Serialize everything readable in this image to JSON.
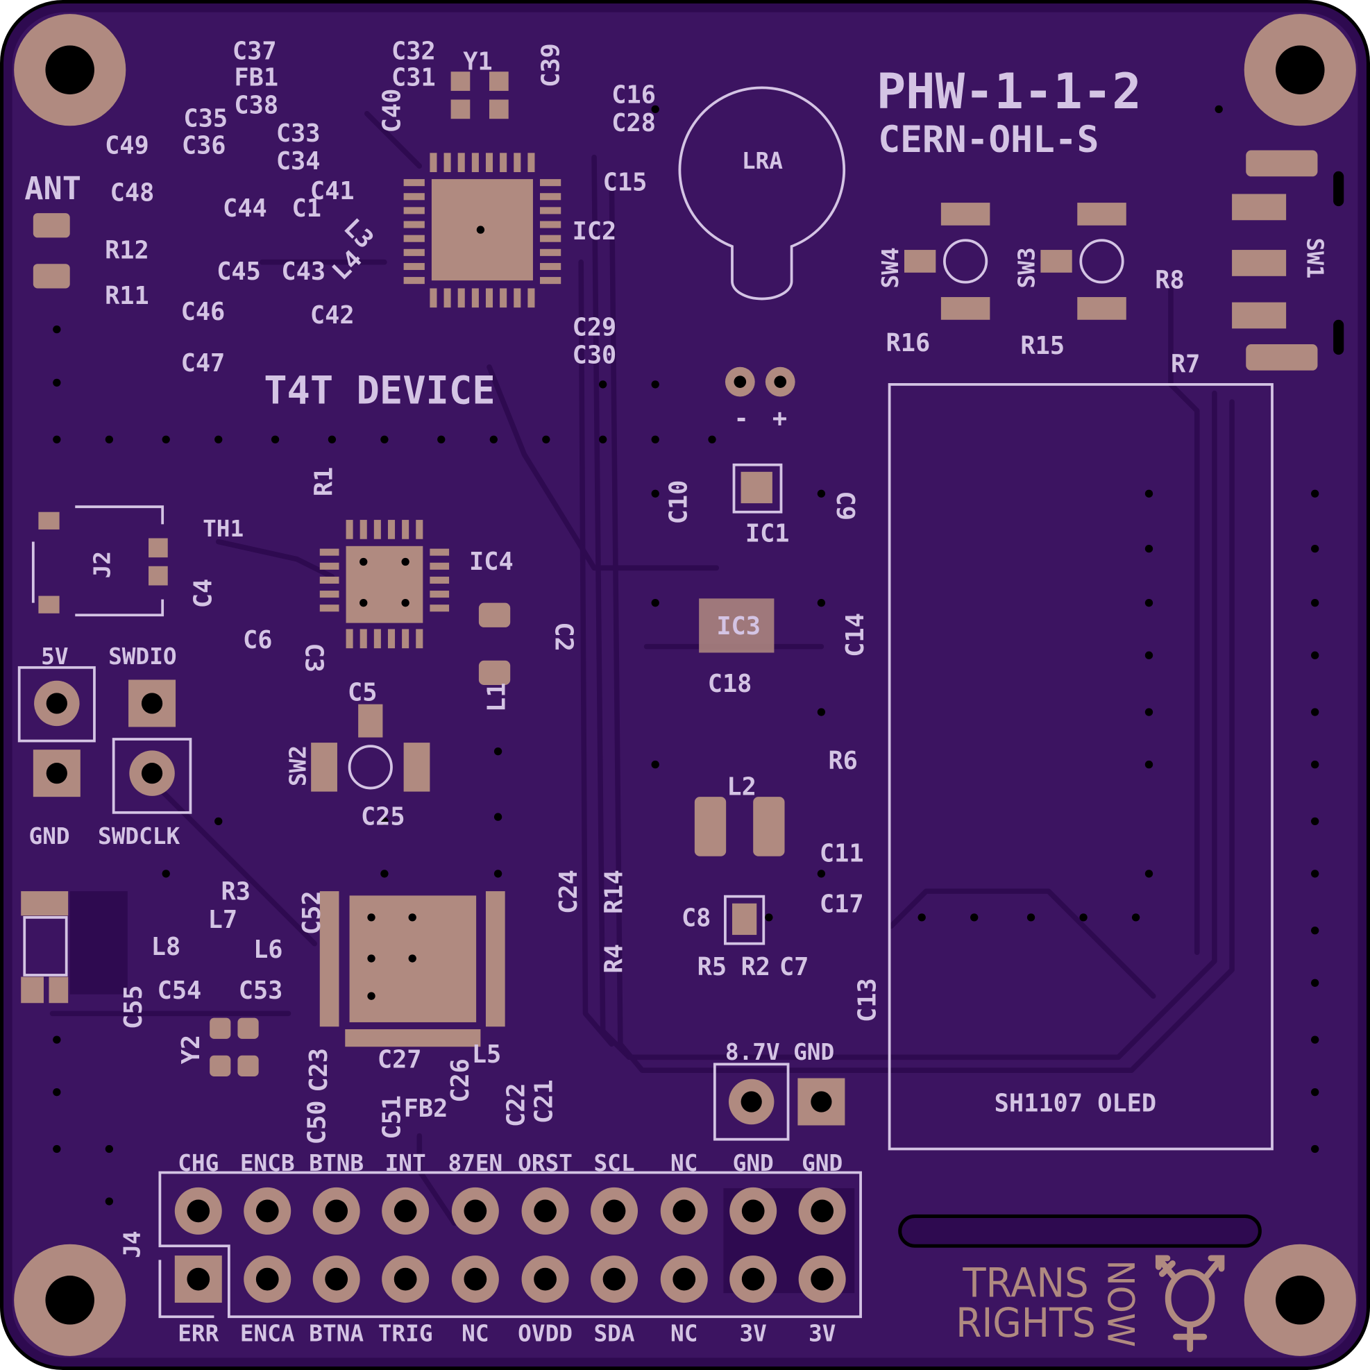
{
  "board": {
    "title": "PHW-1-1-2",
    "license": "CERN-OHL-S",
    "device_name": "T4T DEVICE",
    "display_label": "SH1107 OLED",
    "motor_label": "LRA",
    "antenna_label": "ANT",
    "slogan_line1": "TRANS",
    "slogan_line2": "RIGHTS",
    "slogan_line3": "NOW",
    "polarity_minus": "-",
    "polarity_plus": "+",
    "colors": {
      "board": "#3c1461",
      "copper": "#b08a80",
      "silkscreen": "#d4c4e4",
      "trace": "#2e0a50"
    }
  },
  "refs": {
    "C37": "C37",
    "FB1": "FB1",
    "C38": "C38",
    "C32": "C32",
    "C31": "C31",
    "Y1": "Y1",
    "C39": "C39",
    "C40": "C40",
    "C16": "C16",
    "C28": "C28",
    "C35": "C35",
    "C36": "C36",
    "C49": "C49",
    "C33": "C33",
    "C34": "C34",
    "C15": "C15",
    "C48": "C48",
    "C44": "C44",
    "C41": "C41",
    "C1": "C1",
    "L3": "L3",
    "L4": "L4",
    "IC2": "IC2",
    "R12": "R12",
    "R11": "R11",
    "C45": "C45",
    "C43": "C43",
    "C46": "C46",
    "C42": "C42",
    "C47": "C47",
    "C29": "C29",
    "C30": "C30",
    "SW4": "SW4",
    "SW3": "SW3",
    "SW1": "SW1",
    "R8": "R8",
    "R16": "R16",
    "R15": "R15",
    "R7": "R7",
    "R1": "R1",
    "C10": "C10",
    "C9": "C9",
    "IC1": "IC1",
    "TH1": "TH1",
    "J2": "J2",
    "IC4": "IC4",
    "C4": "C4",
    "C6": "C6",
    "C3": "C3",
    "C2": "C2",
    "IC3": "IC3",
    "C14": "C14",
    "C5": "C5",
    "L1": "L1",
    "C18": "C18",
    "SW2": "SW2",
    "R6": "R6",
    "L2": "L2",
    "C25": "C25",
    "C11": "C11",
    "R3": "R3",
    "C52": "C52",
    "C24": "C24",
    "R14": "R14",
    "C17": "C17",
    "C8": "C8",
    "L7": "L7",
    "L8": "L8",
    "L6": "L6",
    "R4": "R4",
    "R5": "R5",
    "R2": "R2",
    "C7": "C7",
    "C54": "C54",
    "C53": "C53",
    "C55": "C55",
    "C13": "C13",
    "Y2": "Y2",
    "C27": "C27",
    "C23": "C23",
    "C26": "C26",
    "L5": "L5",
    "C22": "C22",
    "C21": "C21",
    "C50": "C50",
    "C51": "C51",
    "FB2": "FB2",
    "J4": "J4"
  },
  "swd_header": {
    "pin_5v": "5V",
    "pin_swdio": "SWDIO",
    "pin_gnd": "GND",
    "pin_swdclk": "SWDCLK"
  },
  "power_header": {
    "pin_87v": "8.7V",
    "pin_gnd": "GND"
  },
  "j4_header": {
    "top": [
      "CHG",
      "ENCB",
      "BTNB",
      "INT",
      "87EN",
      "ORST",
      "SCL",
      "NC",
      "GND",
      "GND"
    ],
    "bottom": [
      "ERR",
      "ENCA",
      "BTNA",
      "TRIG",
      "NC",
      "OVDD",
      "SDA",
      "NC",
      "3V",
      "3V"
    ]
  }
}
